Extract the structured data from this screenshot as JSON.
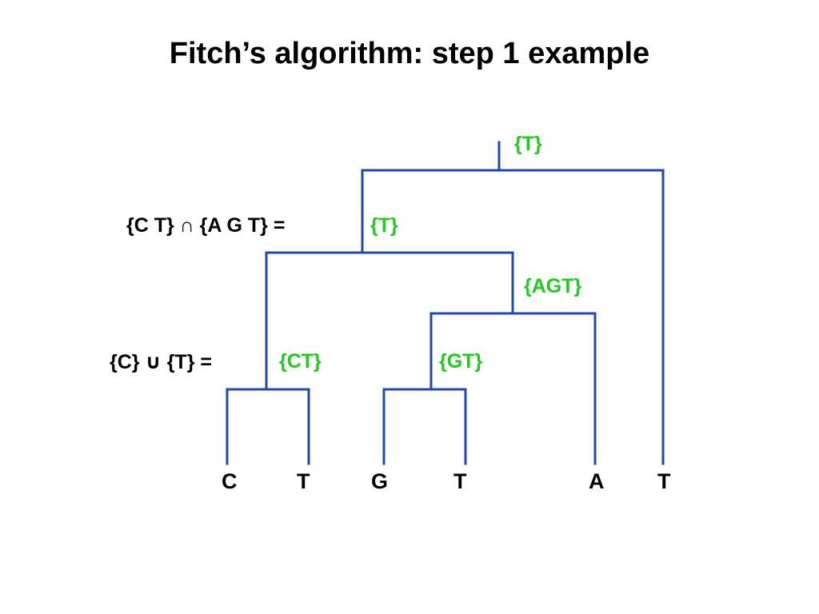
{
  "slide": {
    "title": "Fitch’s algorithm: step 1 example"
  },
  "colors": {
    "branch": "#1f48b4",
    "set_label": "#22c91e",
    "text": "#000000"
  },
  "tree": {
    "leaves": [
      "C",
      "T",
      "G",
      "T",
      "A",
      "T"
    ],
    "node_sets": {
      "root": "{T}",
      "internal_left": "{T}",
      "internal_agt": "{AGT}",
      "internal_ct": "{CT}",
      "internal_gt": "{GT}"
    }
  },
  "annotations": {
    "intersection_expr": "{C T} ∩ {A G T} =",
    "union_expr": "{C} ∪ {T} ="
  }
}
